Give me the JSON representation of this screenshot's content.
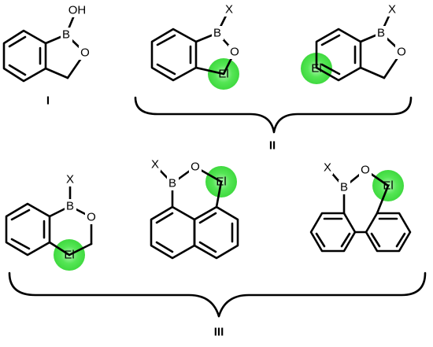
{
  "labels": {
    "compound_I": "I",
    "group_II": "II",
    "group_III": "III"
  },
  "atoms": {
    "boron": "B",
    "oxygen": "O",
    "hydroxyl": "OH",
    "substituent_x": "X",
    "element": "El"
  },
  "colors": {
    "element_highlight": "#55e655",
    "element_highlight_edge": "#a8f5a8"
  }
}
